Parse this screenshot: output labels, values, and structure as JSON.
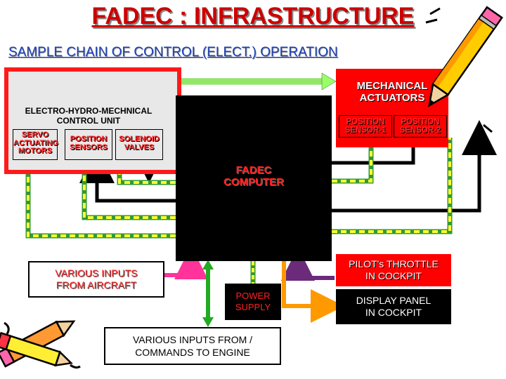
{
  "title": "FADEC : INFRASTRUCTURE",
  "subtitle": "SAMPLE CHAIN OF CONTROL (ELECT.) OPERATION",
  "ehm_unit": {
    "label_line1": "ELECTRO-HYDRO-MECHNICAL",
    "label_line2": "CONTROL UNIT",
    "servo": [
      "SERVO",
      "ACTUATING",
      "MOTORS"
    ],
    "position_sensors": [
      "POSITION",
      "SENSORS"
    ],
    "solenoid_valves": [
      "SOLENOID",
      "VALVES"
    ]
  },
  "mechanical_actuators": {
    "label_line1": "MECHANICAL",
    "label_line2": "ACTUATORS",
    "sensor1": [
      "POSITION",
      "SENSOR-1"
    ],
    "sensor2": [
      "POSITION",
      "SENSOR-2"
    ]
  },
  "computer": {
    "line1": "FADEC",
    "line2": "COMPUTER"
  },
  "aircraft_inputs": {
    "line1": "VARIOUS INPUTS",
    "line2": "FROM AIRCRAFT"
  },
  "power_supply": {
    "line1": "POWER",
    "line2": "SUPPLY"
  },
  "engine_io": {
    "line1": "VARIOUS INPUTS FROM /",
    "line2": "COMMANDS TO ENGINE"
  },
  "throttle": {
    "line1": "PILOT's THROTTLE",
    "line2": "IN COCKPIT"
  },
  "display_panel": {
    "line1": "DISPLAY PANEL",
    "line2": "IN COCKPIT"
  },
  "colors": {
    "red": "#ff0000",
    "black": "#000000",
    "yellow": "#ffff33",
    "green": "#22aa22",
    "light_green": "#99ff66",
    "magenta": "#ff3399",
    "orange": "#ff9900",
    "purple": "#6b2a7a",
    "title_red": "#cc0000",
    "subtitle_blue": "#1a3fb5"
  },
  "icons": [
    "pencil-icon",
    "pencils-icon"
  ]
}
